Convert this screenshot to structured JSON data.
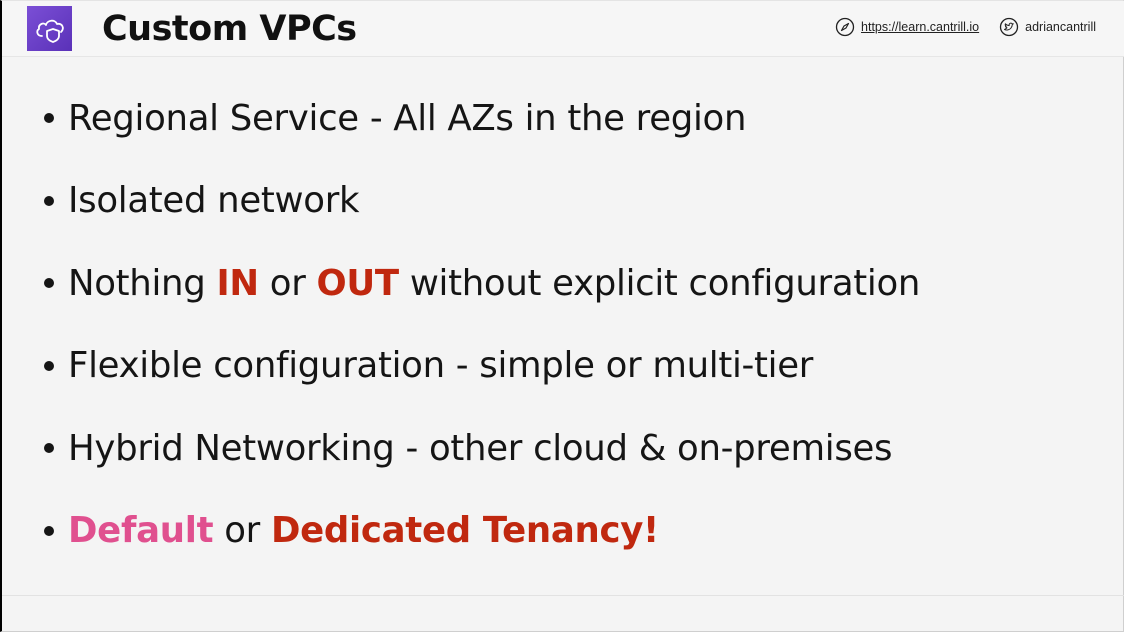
{
  "header": {
    "title": "Custom VPCs",
    "website": "https://learn.cantrill.io",
    "twitter": "adriancantrill",
    "logo_icon": "cloud-shield-icon",
    "website_icon": "compass-icon",
    "twitter_icon": "twitter-bird-icon"
  },
  "bullets": [
    {
      "parts": [
        {
          "text": "Regional Service - All AZs in the region"
        }
      ]
    },
    {
      "parts": [
        {
          "text": "Isolated network"
        }
      ]
    },
    {
      "parts": [
        {
          "text": "Nothing "
        },
        {
          "text": "IN",
          "emphasis": "red"
        },
        {
          "text": " or "
        },
        {
          "text": "OUT",
          "emphasis": "red"
        },
        {
          "text": " without explicit configuration"
        }
      ]
    },
    {
      "parts": [
        {
          "text": "Flexible configuration - simple or multi-tier"
        }
      ]
    },
    {
      "parts": [
        {
          "text": "Hybrid Networking - other cloud & on-premises"
        }
      ]
    },
    {
      "parts": [
        {
          "text": "Default",
          "emphasis": "pink"
        },
        {
          "text": " or "
        },
        {
          "text": "Dedicated Tenancy!",
          "emphasis": "red"
        }
      ]
    }
  ],
  "colors": {
    "accent_red": "#c0280f",
    "accent_pink": "#e0508f",
    "logo_purple": "#6a3dc7"
  }
}
